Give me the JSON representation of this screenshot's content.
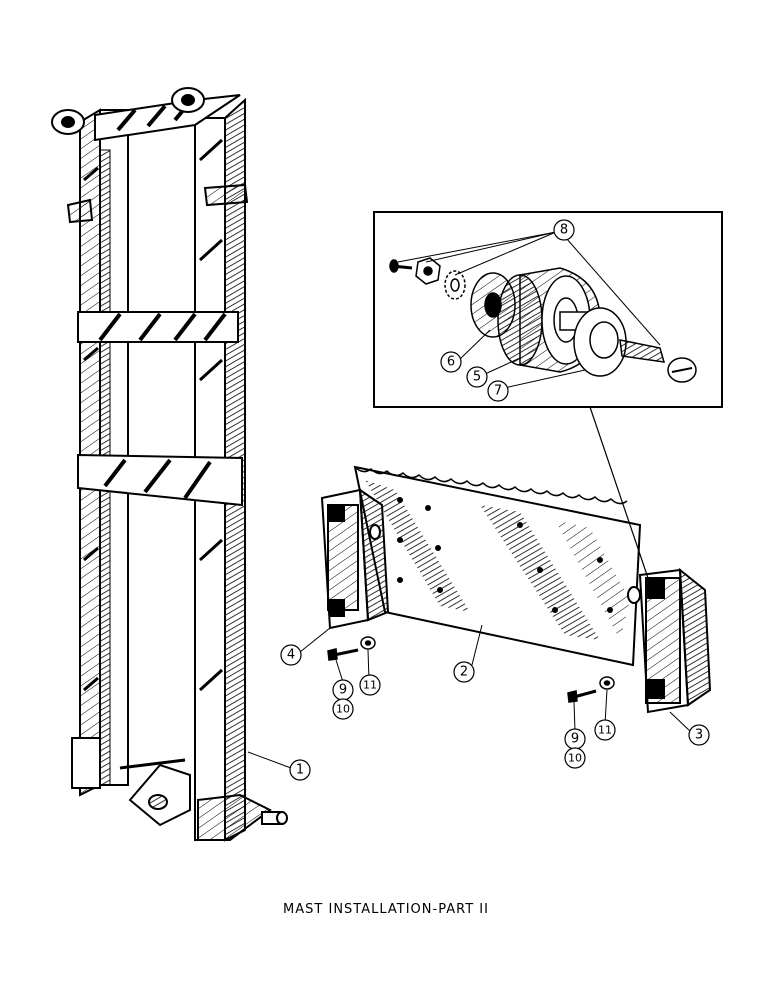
{
  "caption": "MAST INSTALLATION-PART II",
  "callouts": {
    "c1": "1",
    "c2": "2",
    "c3": "3",
    "c4": "4",
    "c5": "5",
    "c6": "6",
    "c7": "7",
    "c8": "8",
    "c9a": "9",
    "c10a": "10",
    "c11a": "11",
    "c9b": "9",
    "c10b": "10",
    "c11b": "11"
  },
  "colors": {
    "ink": "#000000",
    "paper": "#ffffff"
  }
}
